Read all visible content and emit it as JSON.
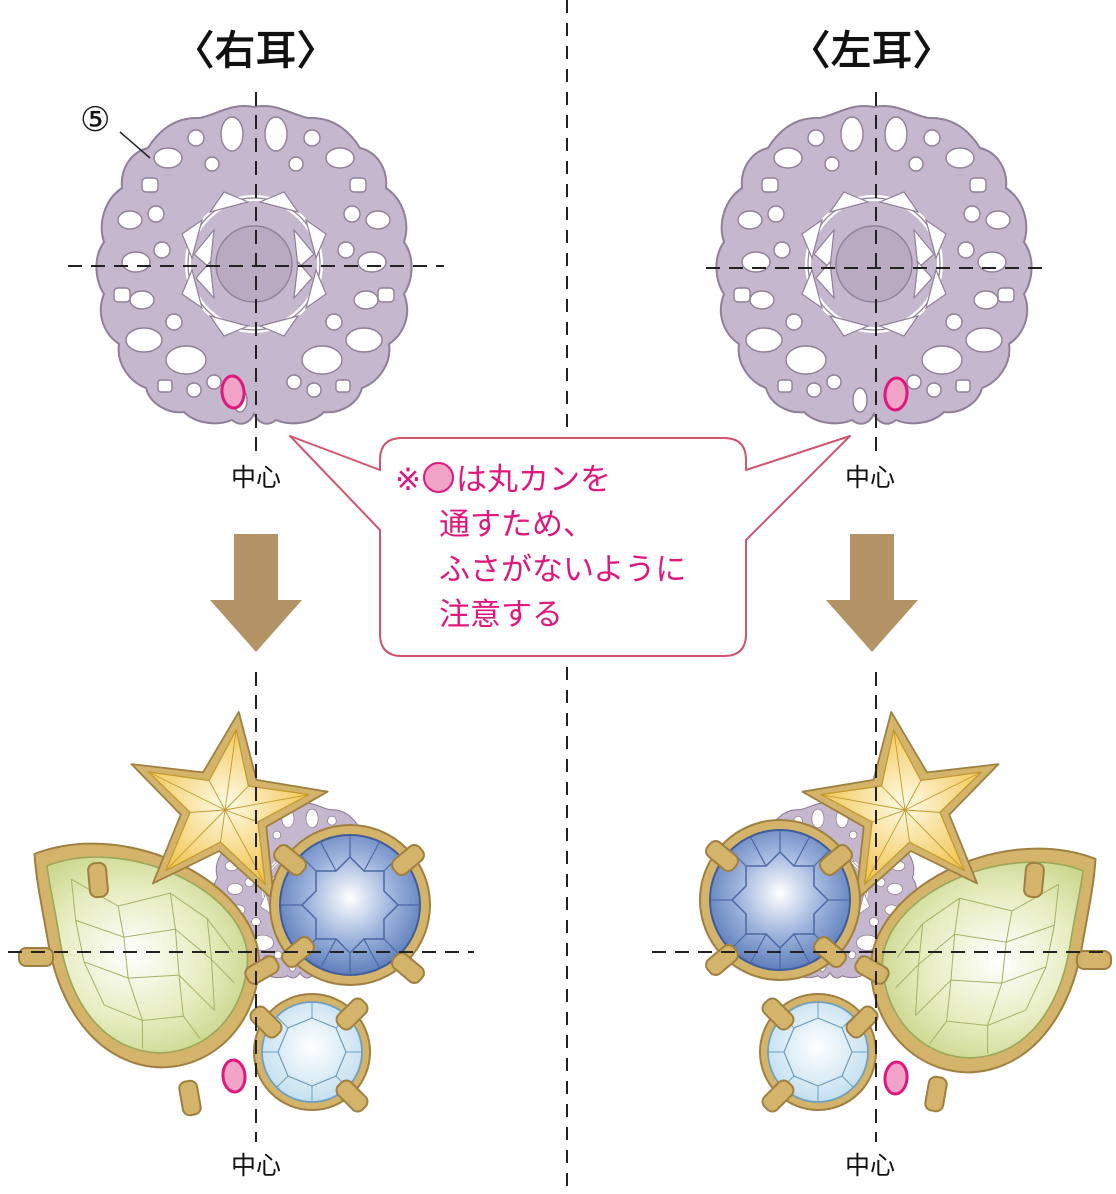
{
  "titles": {
    "right_ear": "〈右耳〉",
    "left_ear": "〈左耳〉"
  },
  "labels": {
    "center": "中心",
    "part_number": "⑤"
  },
  "note": {
    "prefix": "※",
    "line1_rest": "は丸カンを",
    "line2": "通すため、",
    "line3": "ふさがないように",
    "line4": "注意する"
  },
  "colors": {
    "lace": "#c5b7cd",
    "lace_outline": "#8f7f98",
    "hole_marker": "#f2a3c8",
    "hole_outline": "#e0187d",
    "note_text": "#e0187d",
    "bubble_border": "#d0566f",
    "arrow": "#b39366",
    "setting": "#d4b36a",
    "sapphire": "#6f8fc6",
    "peridot": "#d6e0a0",
    "star": "#f4cd5f",
    "crystal": "#d6eaf5"
  }
}
